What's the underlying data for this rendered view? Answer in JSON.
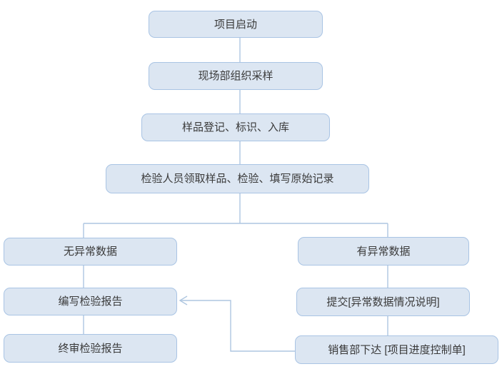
{
  "diagram": {
    "nodes": {
      "start": {
        "label": "项目启动"
      },
      "sampling": {
        "label": "现场部组织采样"
      },
      "registration": {
        "label": "样品登记、标识、入库"
      },
      "inspection": {
        "label": "检验人员领取样品、检验、填写原始记录"
      },
      "no_abnormal": {
        "label": "无异常数据"
      },
      "abnormal": {
        "label": "有异常数据"
      },
      "write_report": {
        "label": "编写检验报告"
      },
      "submit_note": {
        "label": "提交[异常数据情况说明]"
      },
      "final_review": {
        "label": "终审检验报告"
      },
      "sales_issue": {
        "label": "销售部下达 [项目进度控制单]"
      }
    },
    "edges": [
      {
        "from": "start",
        "to": "sampling",
        "arrow": false
      },
      {
        "from": "sampling",
        "to": "registration",
        "arrow": false
      },
      {
        "from": "registration",
        "to": "inspection",
        "arrow": false
      },
      {
        "from": "inspection",
        "to": "no_abnormal",
        "arrow": false
      },
      {
        "from": "inspection",
        "to": "abnormal",
        "arrow": false
      },
      {
        "from": "no_abnormal",
        "to": "write_report",
        "arrow": false
      },
      {
        "from": "write_report",
        "to": "final_review",
        "arrow": false
      },
      {
        "from": "abnormal",
        "to": "submit_note",
        "arrow": false
      },
      {
        "from": "submit_note",
        "to": "sales_issue",
        "arrow": false
      },
      {
        "from": "sales_issue",
        "to": "write_report",
        "arrow": true
      }
    ],
    "colors": {
      "background": "#ffffff",
      "node_fill": "#dce6f2",
      "node_border": "#a9c4e4",
      "connector": "#aec6e0",
      "text": "#3a3a3a"
    }
  }
}
